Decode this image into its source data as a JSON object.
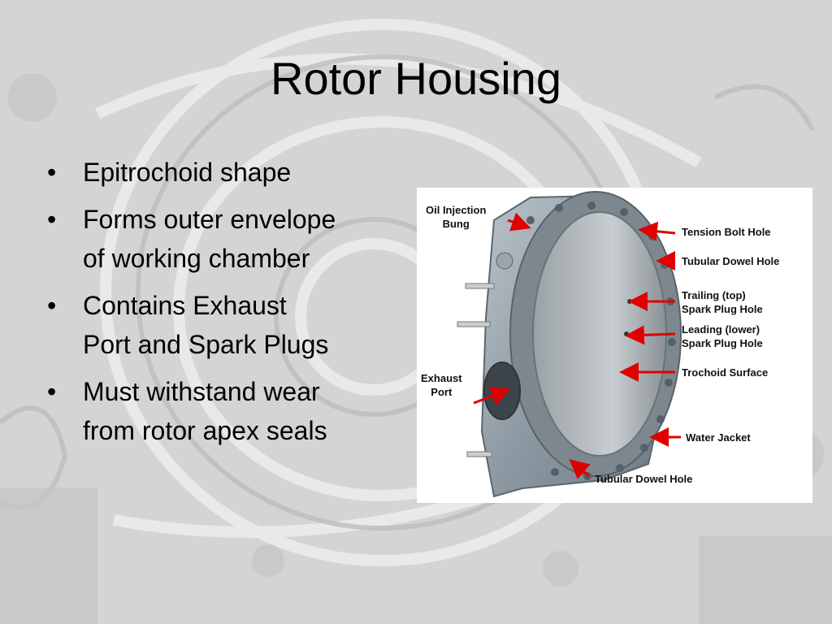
{
  "slide": {
    "title": "Rotor Housing",
    "bullets": [
      {
        "text": "Epitrochoid shape"
      },
      {
        "text": "Forms outer envelope\nof working chamber"
      },
      {
        "text": "Contains Exhaust\nPort and Spark Plugs"
      },
      {
        "text": "Must withstand wear\nfrom rotor apex seals"
      }
    ]
  },
  "figure": {
    "labels": {
      "oil_injection": "Oil Injection\nBung",
      "tension_bolt": "Tension Bolt Hole",
      "tubular_dowel_right": "Tubular Dowel Hole",
      "trailing_spark": "Trailing (top)\nSpark Plug Hole",
      "leading_spark": "Leading (lower)\nSpark Plug Hole",
      "trochoid_surface": "Trochoid Surface",
      "exhaust_port": "Exhaust\nPort",
      "water_jacket": "Water Jacket",
      "tubular_dowel_bottom": "Tubular Dowel Hole"
    },
    "arrow_color": "#e00000"
  }
}
